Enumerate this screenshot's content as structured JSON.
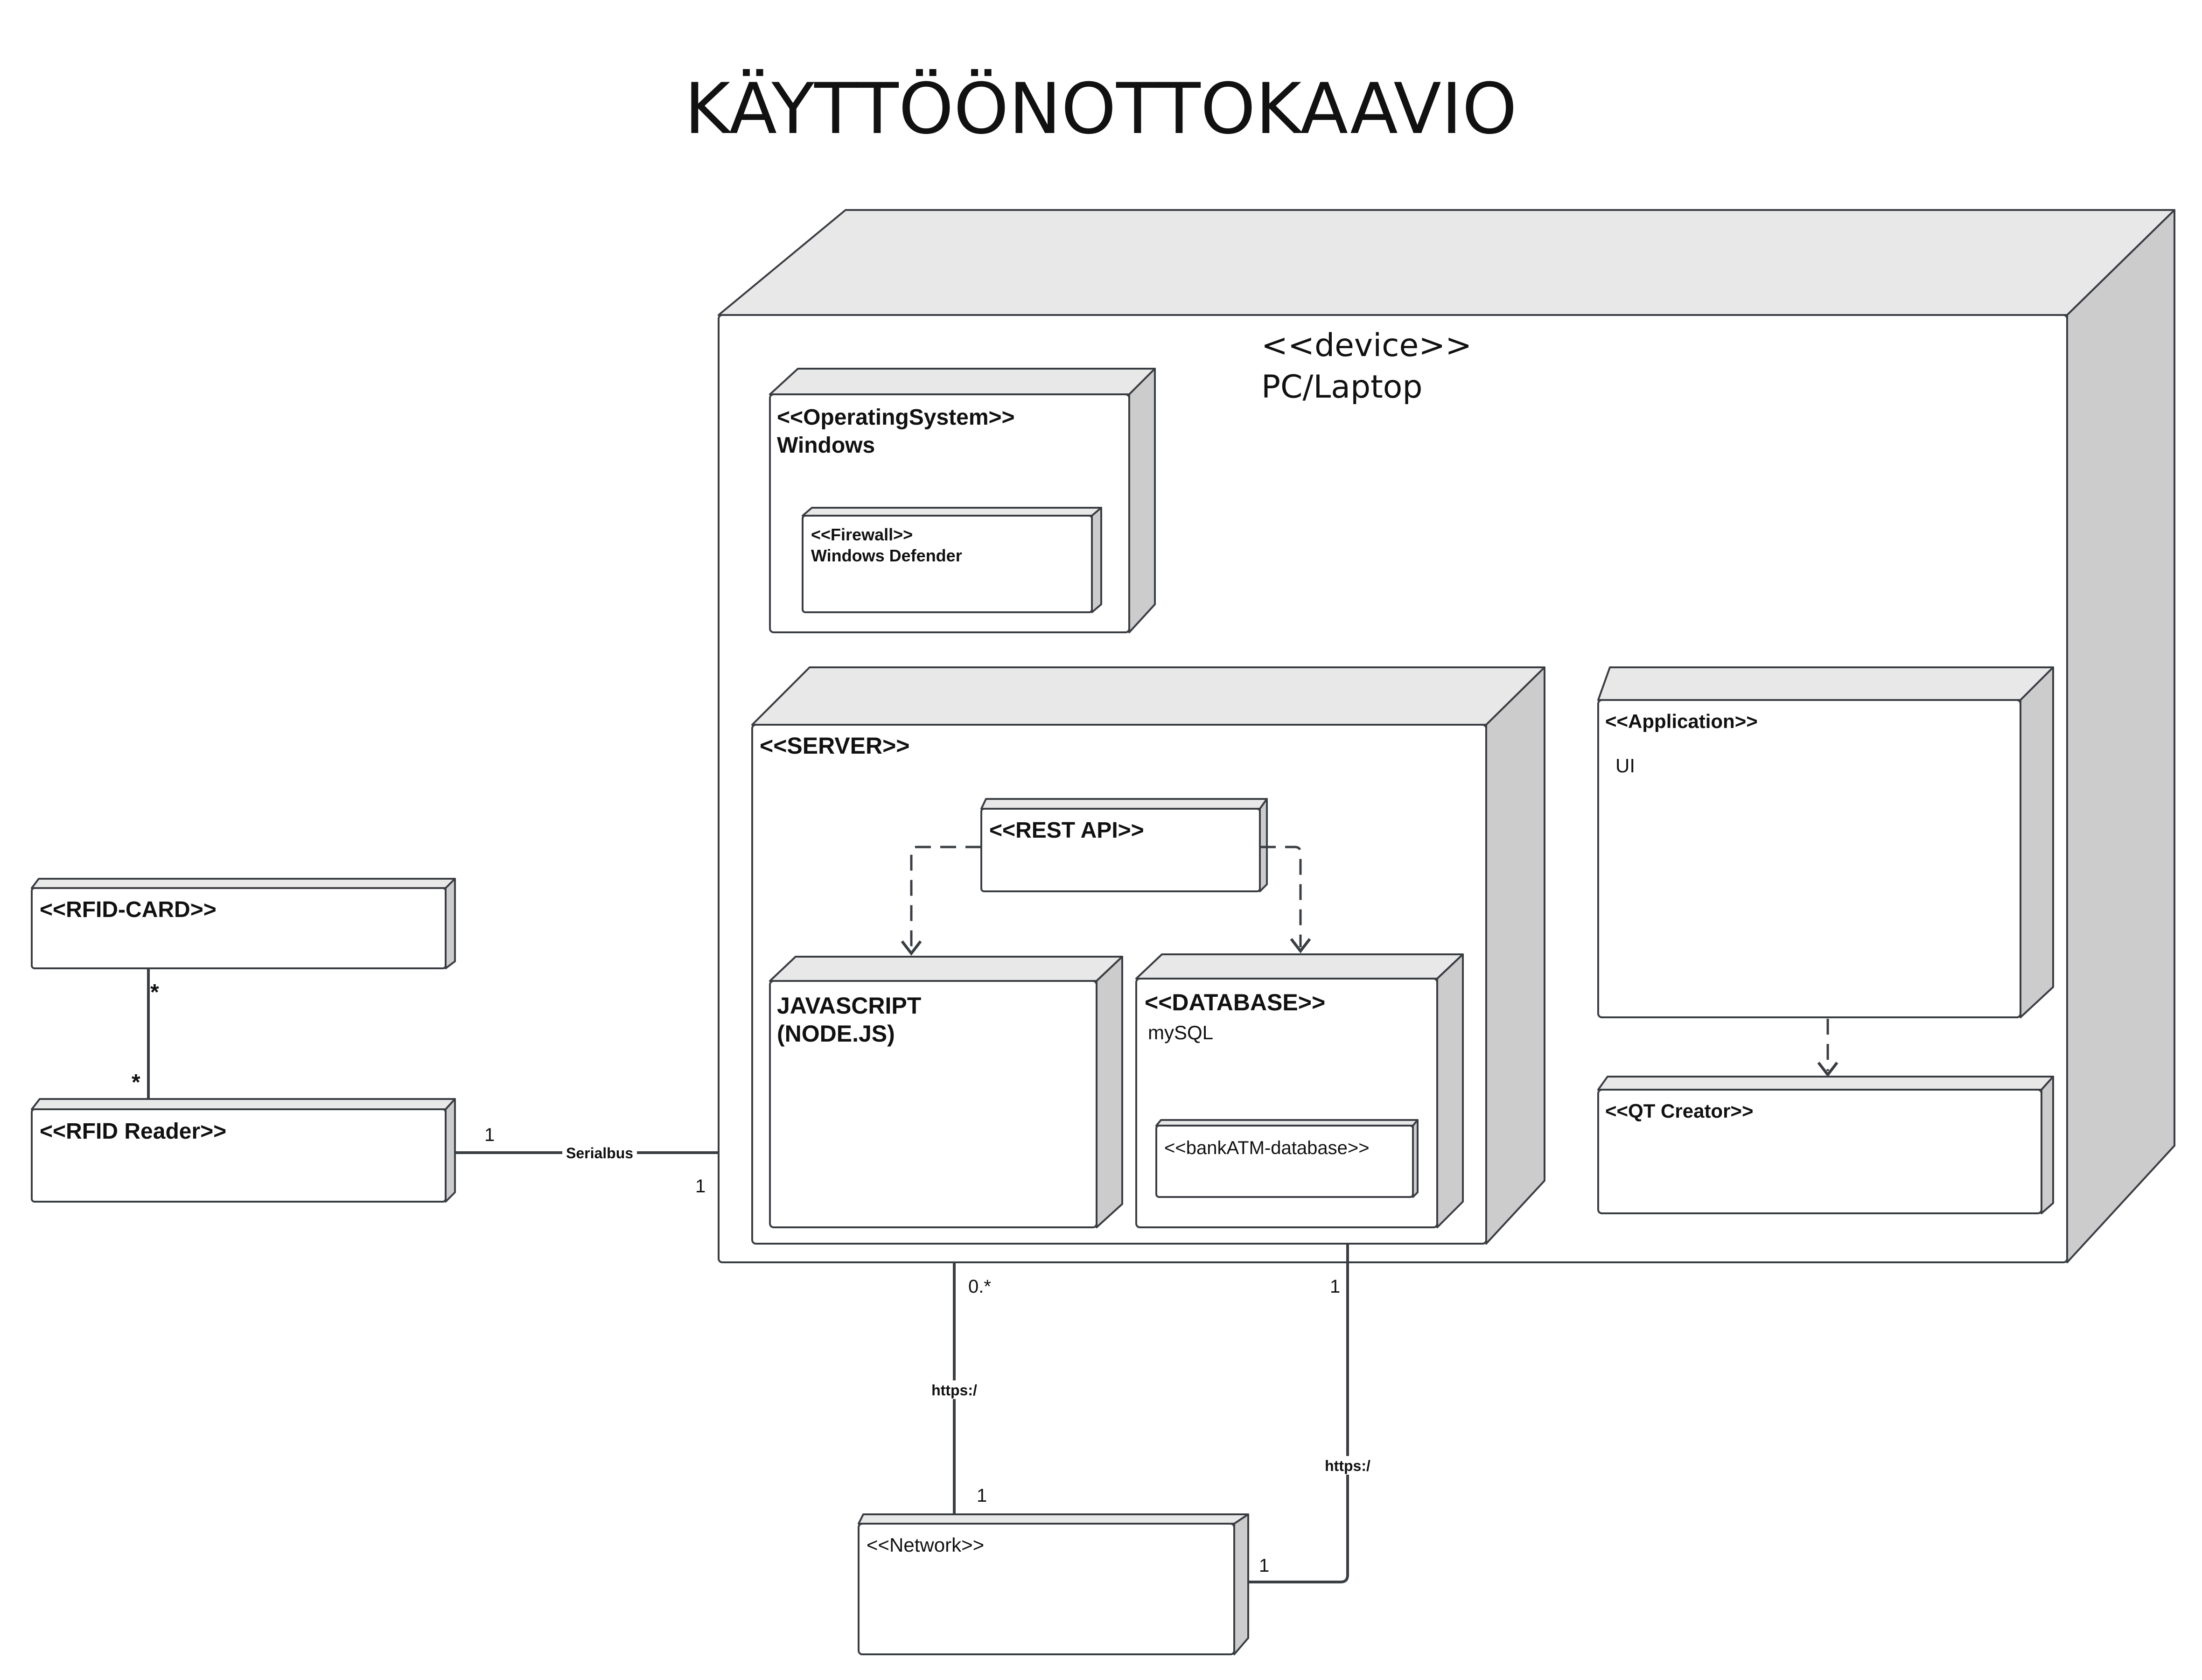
{
  "title": "KÄYTTÖÖNOTTOKAAVIO",
  "nodes": {
    "device": {
      "stereotype": "<<device>>",
      "name": "PC/Laptop"
    },
    "os": {
      "stereotype": "<<OperatingSystem>>",
      "name": "Windows"
    },
    "firewall": {
      "stereotype": "<<Firewall>>",
      "name": "Windows Defender"
    },
    "server": {
      "stereotype": "<<SERVER>>"
    },
    "rest_api": {
      "stereotype": "<<REST API>>"
    },
    "javascript": {
      "line1": "JAVASCRIPT",
      "line2": "(NODE.JS)"
    },
    "database": {
      "stereotype": "<<DATABASE>>",
      "name": "mySQL"
    },
    "bank_db": {
      "label": "<<bankATM-database>>"
    },
    "application": {
      "stereotype": "<<Application>>",
      "name": "UI"
    },
    "qt_creator": {
      "stereotype": "<<QT Creator>>"
    },
    "rfid_card": {
      "stereotype": "<<RFID-CARD>>"
    },
    "rfid_reader": {
      "stereotype": "<<RFID Reader>>"
    },
    "network": {
      "stereotype": "<<Network>>"
    }
  },
  "connections": {
    "card_reader": {
      "mult_card": "*",
      "mult_reader": "*"
    },
    "serialbus": {
      "label": "Serialbus",
      "mult_reader": "1",
      "mult_device": "1"
    },
    "https_left": {
      "label": "https:/",
      "mult_device": "0.*",
      "mult_network": "1"
    },
    "https_right": {
      "label": "https:/",
      "mult_device": "1",
      "mult_network": "1"
    }
  },
  "colors": {
    "front": "#ffffff",
    "top": "#e8e8e8",
    "side": "#cccccc",
    "stroke": "#3a3d42"
  }
}
